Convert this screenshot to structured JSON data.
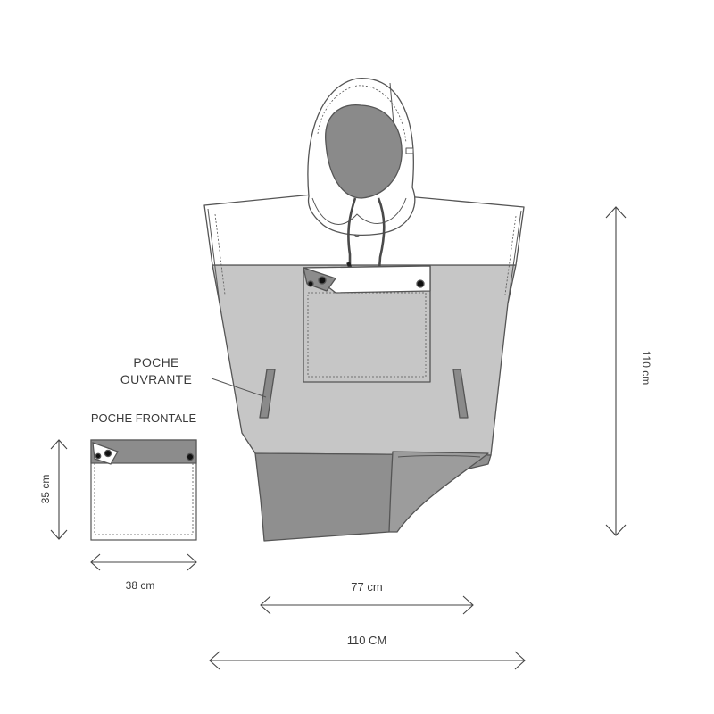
{
  "labels": {
    "poche_ouvrante_line1": "POCHE",
    "poche_ouvrante_line2": "OUVRANTE",
    "poche_frontale": "POCHE FRONTALE"
  },
  "dimensions": {
    "height_total": "110 cm",
    "width_body": "77 cm",
    "width_total": "110 CM",
    "pocket_height": "35 cm",
    "pocket_width": "38 cm"
  },
  "colors": {
    "line": "#555555",
    "fabric_light": "#ffffff",
    "fabric_mid": "#c6c6c6",
    "fabric_dark": "#8f8f8f",
    "hood_inner": "#8a8a8a",
    "pocket_flap": "#8c8c8c"
  }
}
